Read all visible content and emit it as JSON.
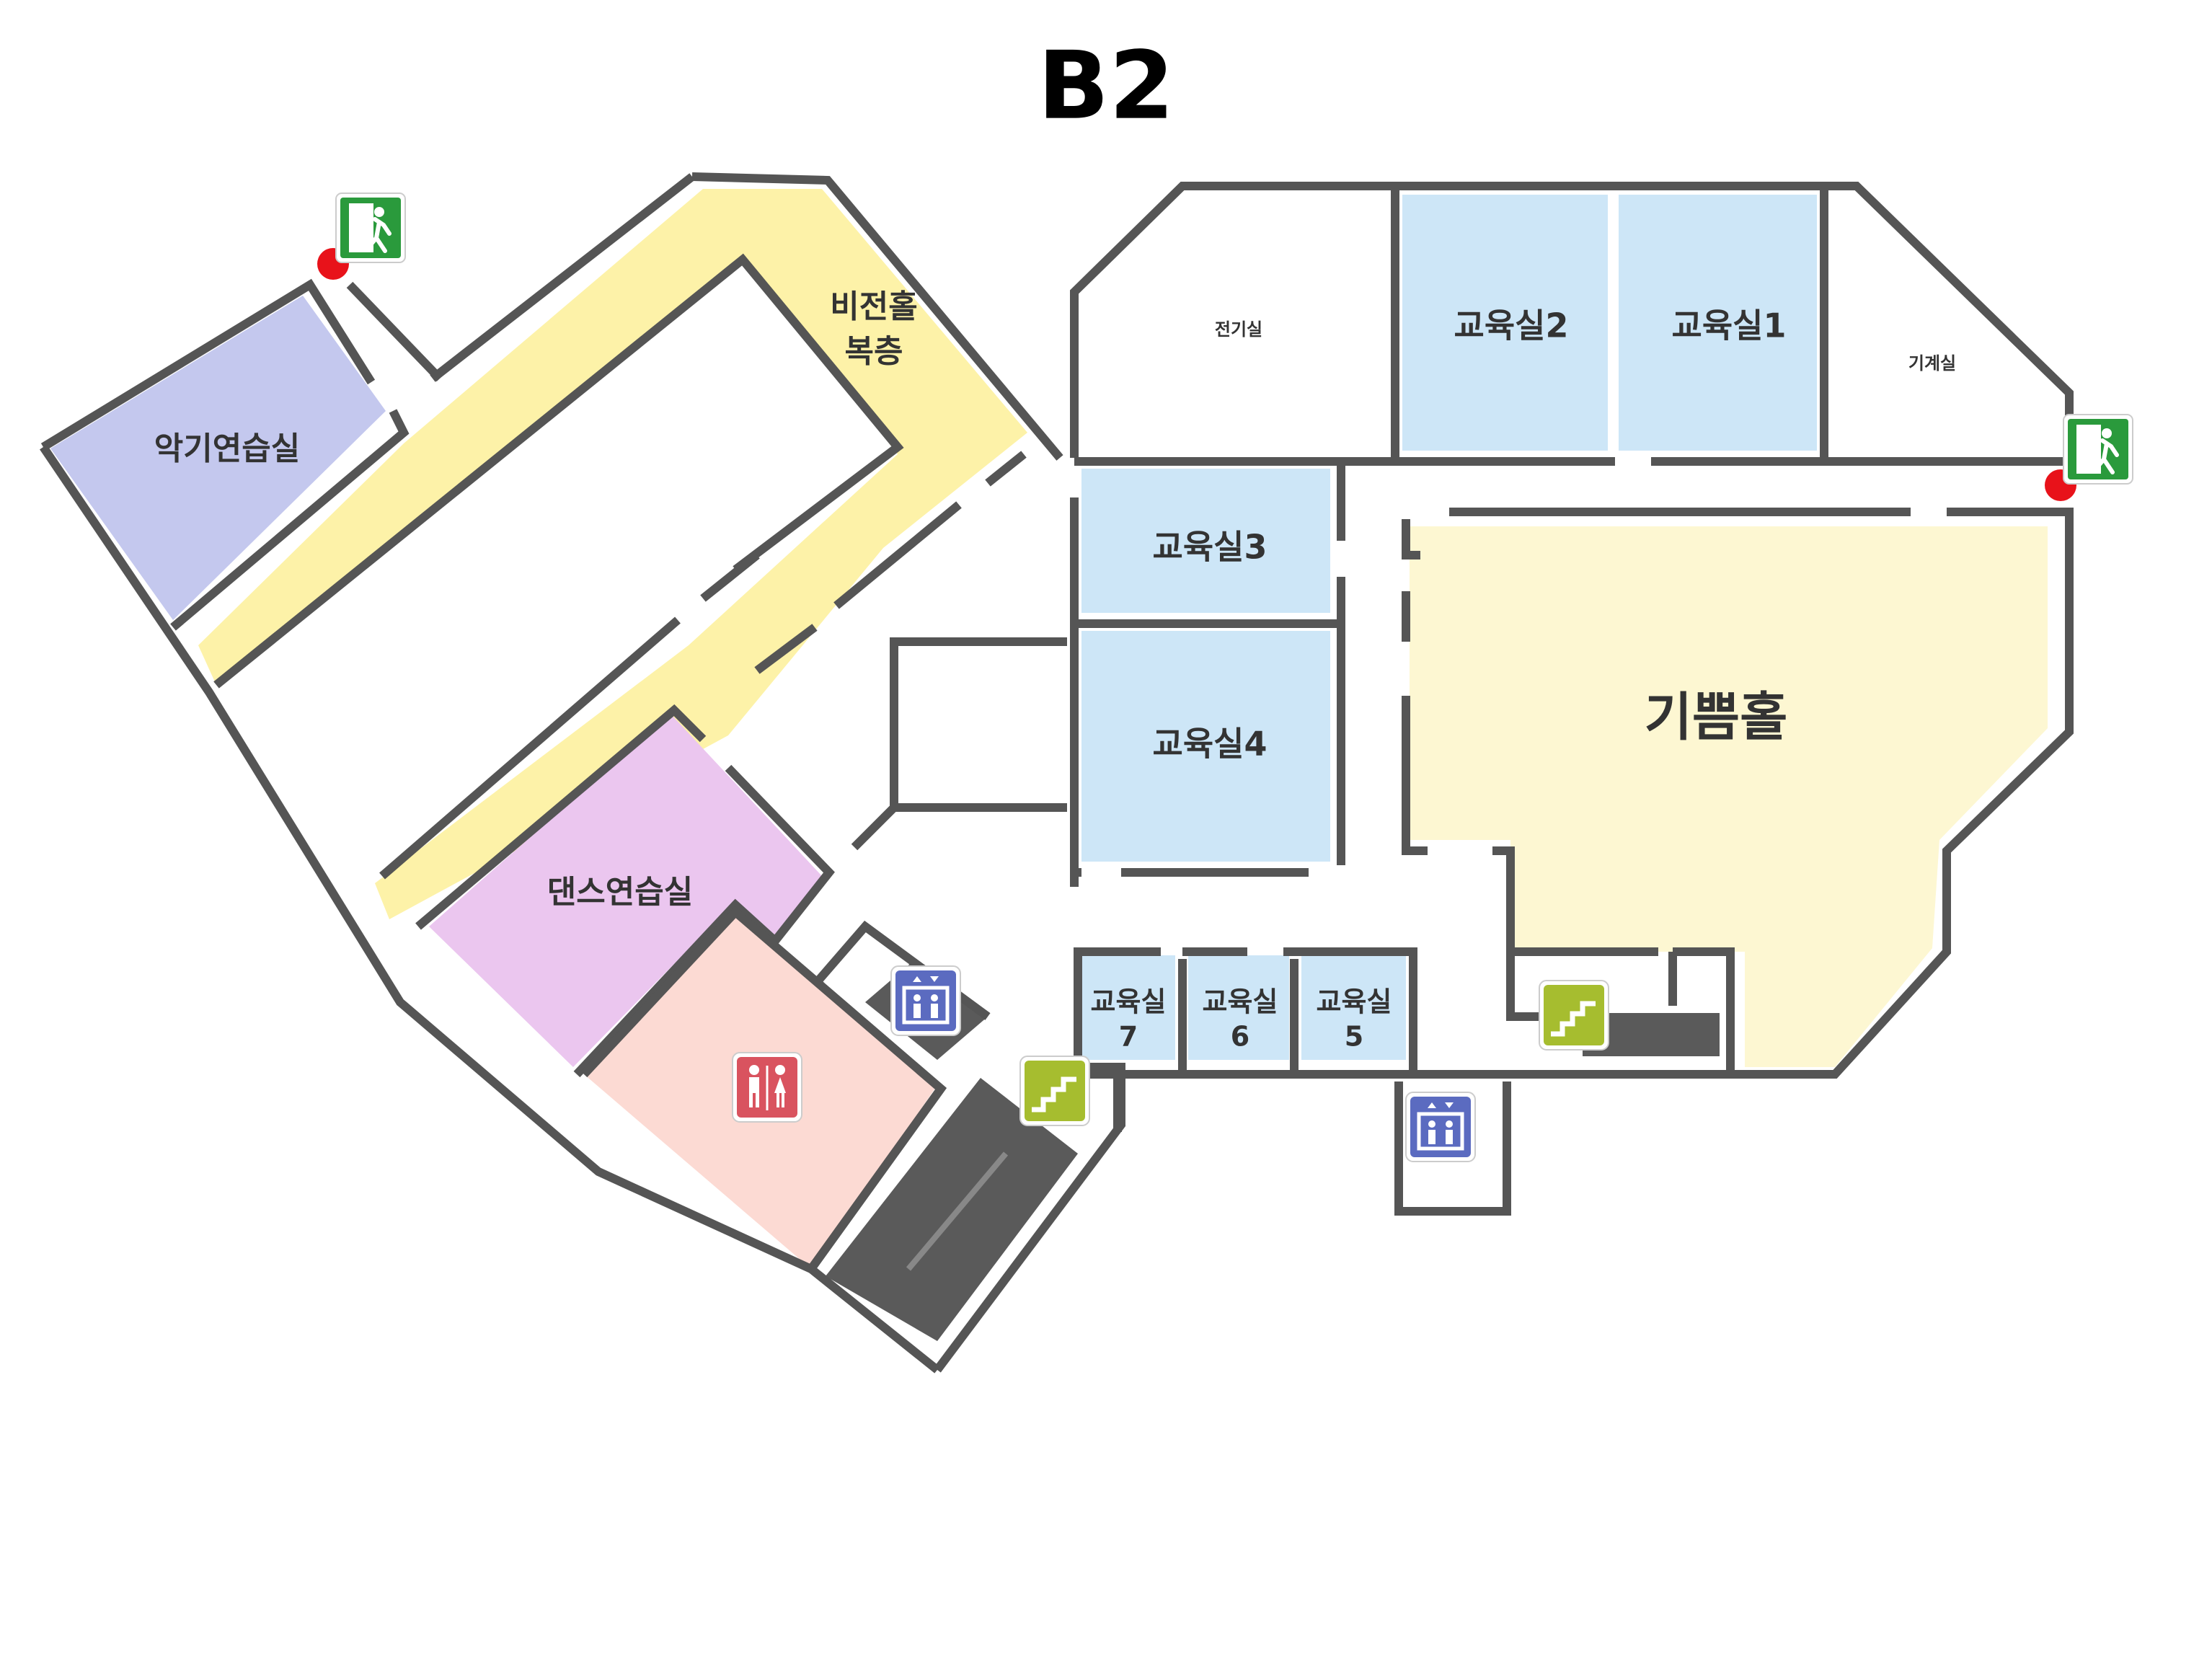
{
  "floor": {
    "title": "B2"
  },
  "colors": {
    "wall": "#555555",
    "corridor_yellow": "#fdf2a8",
    "classroom_blue": "#cde6f7",
    "practice_lavender": "#c4c8ee",
    "dance_pink": "#ebc6ef",
    "restroom_peach": "#fcdad3",
    "hall_cream": "#fdf7d2",
    "stair_dark": "#5a5a5a",
    "exit_green": "#2a9a3c",
    "stairs_icon_green": "#a6bd2f",
    "elevator_blue": "#5b6bc0",
    "restroom_icon_red": "#d9535f",
    "exit_dot_red": "#e8121a"
  },
  "rooms": {
    "instrument_practice": "악기연습실",
    "vision_hall": "비전홀",
    "vision_hall_floor": "복층",
    "dance_practice": "댄스연습실",
    "electrical": "전기실",
    "classroom_2": "교육실2",
    "classroom_1": "교육실1",
    "machine_room": "기계실",
    "classroom_3": "교육실3",
    "classroom_4": "교육실4",
    "joy_hall": "기쁨홀",
    "classroom_7": "교육실",
    "classroom_7_num": "7",
    "classroom_6": "교육실",
    "classroom_6_num": "6",
    "classroom_5": "교육실",
    "classroom_5_num": "5"
  },
  "icons": {
    "exit": "emergency-exit-icon",
    "elevator": "elevator-icon",
    "stairs": "stairs-icon",
    "restroom": "restroom-icon"
  }
}
